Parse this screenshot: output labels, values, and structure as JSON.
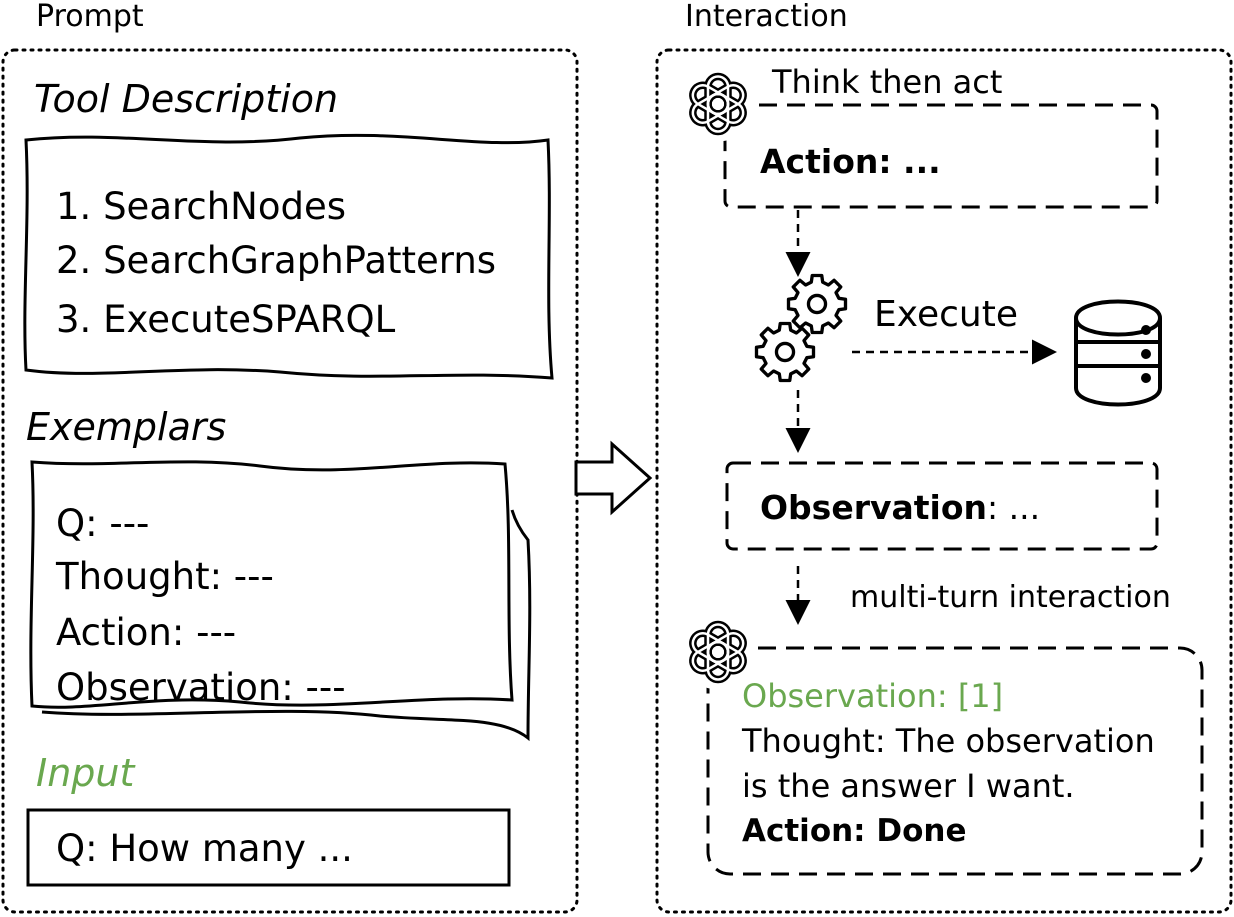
{
  "prompt_panel": {
    "title": "Prompt",
    "tool_section": {
      "heading": "Tool Description",
      "tools": [
        "1. SearchNodes",
        "2. SearchGraphPatterns",
        "3. ExecuteSPARQL"
      ]
    },
    "exemplars_section": {
      "heading": "Exemplars",
      "lines": [
        "Q: ---",
        "Thought: ---",
        "Action: ---",
        "Observation: ---"
      ]
    },
    "input_section": {
      "heading": "Input",
      "question": "Q: How many ..."
    }
  },
  "interaction_panel": {
    "title": "Interaction",
    "think_label": "Think then act",
    "action_box": {
      "key": "Action:",
      "value": " ..."
    },
    "execute_label": "Execute",
    "observation_box": {
      "key": "Observation",
      "value": ": ..."
    },
    "multi_turn_label": "multi-turn interaction",
    "final_box": {
      "observation": "Observation: [1]",
      "thought_line1": "Thought: The observation",
      "thought_line2": "is the answer I want.",
      "action": "Action: Done"
    }
  },
  "colors": {
    "accent_green": "#6aa84f",
    "stroke": "#000000"
  },
  "icons": [
    "openai-logo-icon",
    "gears-icon",
    "database-icon",
    "hollow-arrow-icon"
  ]
}
